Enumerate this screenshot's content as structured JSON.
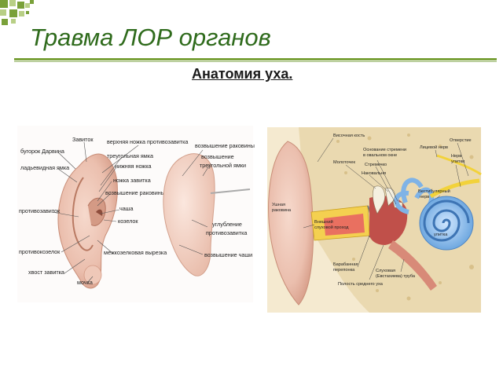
{
  "slide": {
    "title": "Травма ЛОР органов",
    "subtitle": "Анатомия уха."
  },
  "colors": {
    "accent_green": "#7aa13a",
    "light_green": "#b8cf86",
    "title_green": "#2f6b1c"
  },
  "outer_ear_front": {
    "labels": {
      "zavitok": "Завиток",
      "verkh_nozhka": "верхняя ножка противозавитка",
      "bugorok": "бугорок Дарвина",
      "treug_yamka": "треугольная ямка",
      "ladevid": "ладьевидная ямка",
      "nizh_nozhka": "нижняя ножка",
      "nozhka_zavitka": "ножка завитка",
      "vozv_rakoviny": "возвышение раковины",
      "protivozavitok": "противозавиток",
      "chasha": "чаша",
      "kozelok": "козелок",
      "protivokozelok": "противокозелок",
      "mezhkozelk": "межкозелковая вырезка",
      "khvost": "хвост завитка",
      "mochka": "мочка"
    }
  },
  "outer_ear_back": {
    "labels": {
      "vozv_rakoviny": "возвышение раковины",
      "vozv": "возвышение",
      "treug_yamki": "треугольной ямки",
      "uglublenie": "углубление",
      "protivozavitka": "противозавитка",
      "vozv_chashi": "возвышение чаши"
    }
  },
  "inner_ear": {
    "labels": {
      "visochnaya": "Височная кость",
      "osnovanie1": "Основание стремени",
      "osnovanie2": "в овальном окне",
      "otverstie": "Отверстие",
      "litsevoy": "Лицевой нерв",
      "molotochek": "Молоточек",
      "stremechko": "Стремечко",
      "nakovalnya": "Наковальня",
      "nerv1": "Нерв",
      "nerv2": "улитки",
      "ushnaya1": "Ушная",
      "ushnaya2": "раковина",
      "vestib1": "Вестибулярный",
      "vestib2": "нерв",
      "vnesh1": "Внешний",
      "vnesh2": "слуховой проход",
      "ulitka": "улитка",
      "baraban1": "Барабанная",
      "baraban2": "перепонка",
      "slukh1": "Слуховая",
      "slukh2": "(Евстахиева) труба",
      "polost": "Полость среднего уха"
    }
  }
}
